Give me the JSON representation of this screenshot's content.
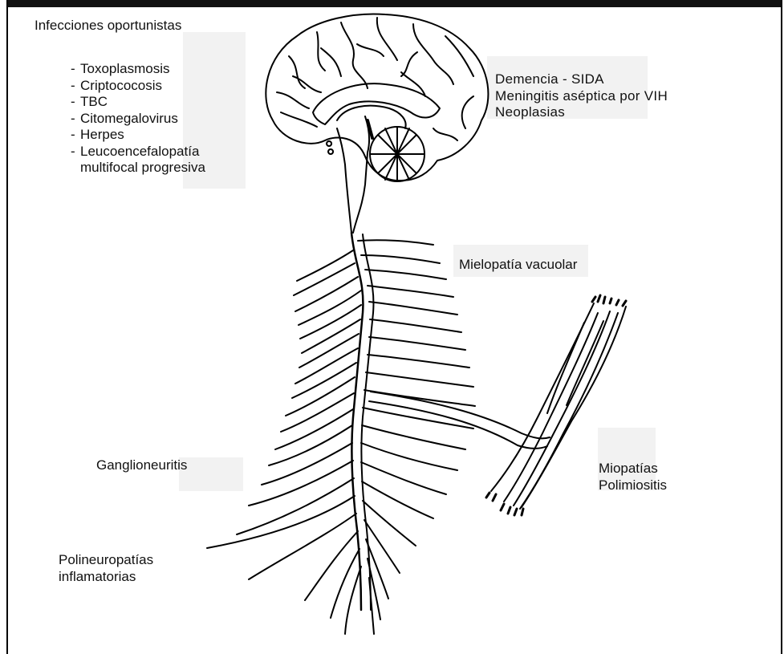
{
  "labels": {
    "infections_title": "Infecciones oportunistas",
    "infections": [
      "Toxoplasmosis",
      "Criptococosis",
      "TBC",
      "Citomegalovirus",
      "Herpes",
      "Leucoencefalopatía",
      "multifocal progresiva"
    ],
    "dash": "-",
    "brain_conditions": [
      "Demencia - SIDA",
      "Meningitis aséptica por VIH",
      "Neoplasias"
    ],
    "spinal": "Mielopatía vacuolar",
    "ganglion": "Ganglioneuritis",
    "polyneuro": [
      "Polineuropatías",
      "inflamatorias"
    ],
    "muscle": [
      "Miopatías",
      "Polimiositis"
    ]
  }
}
